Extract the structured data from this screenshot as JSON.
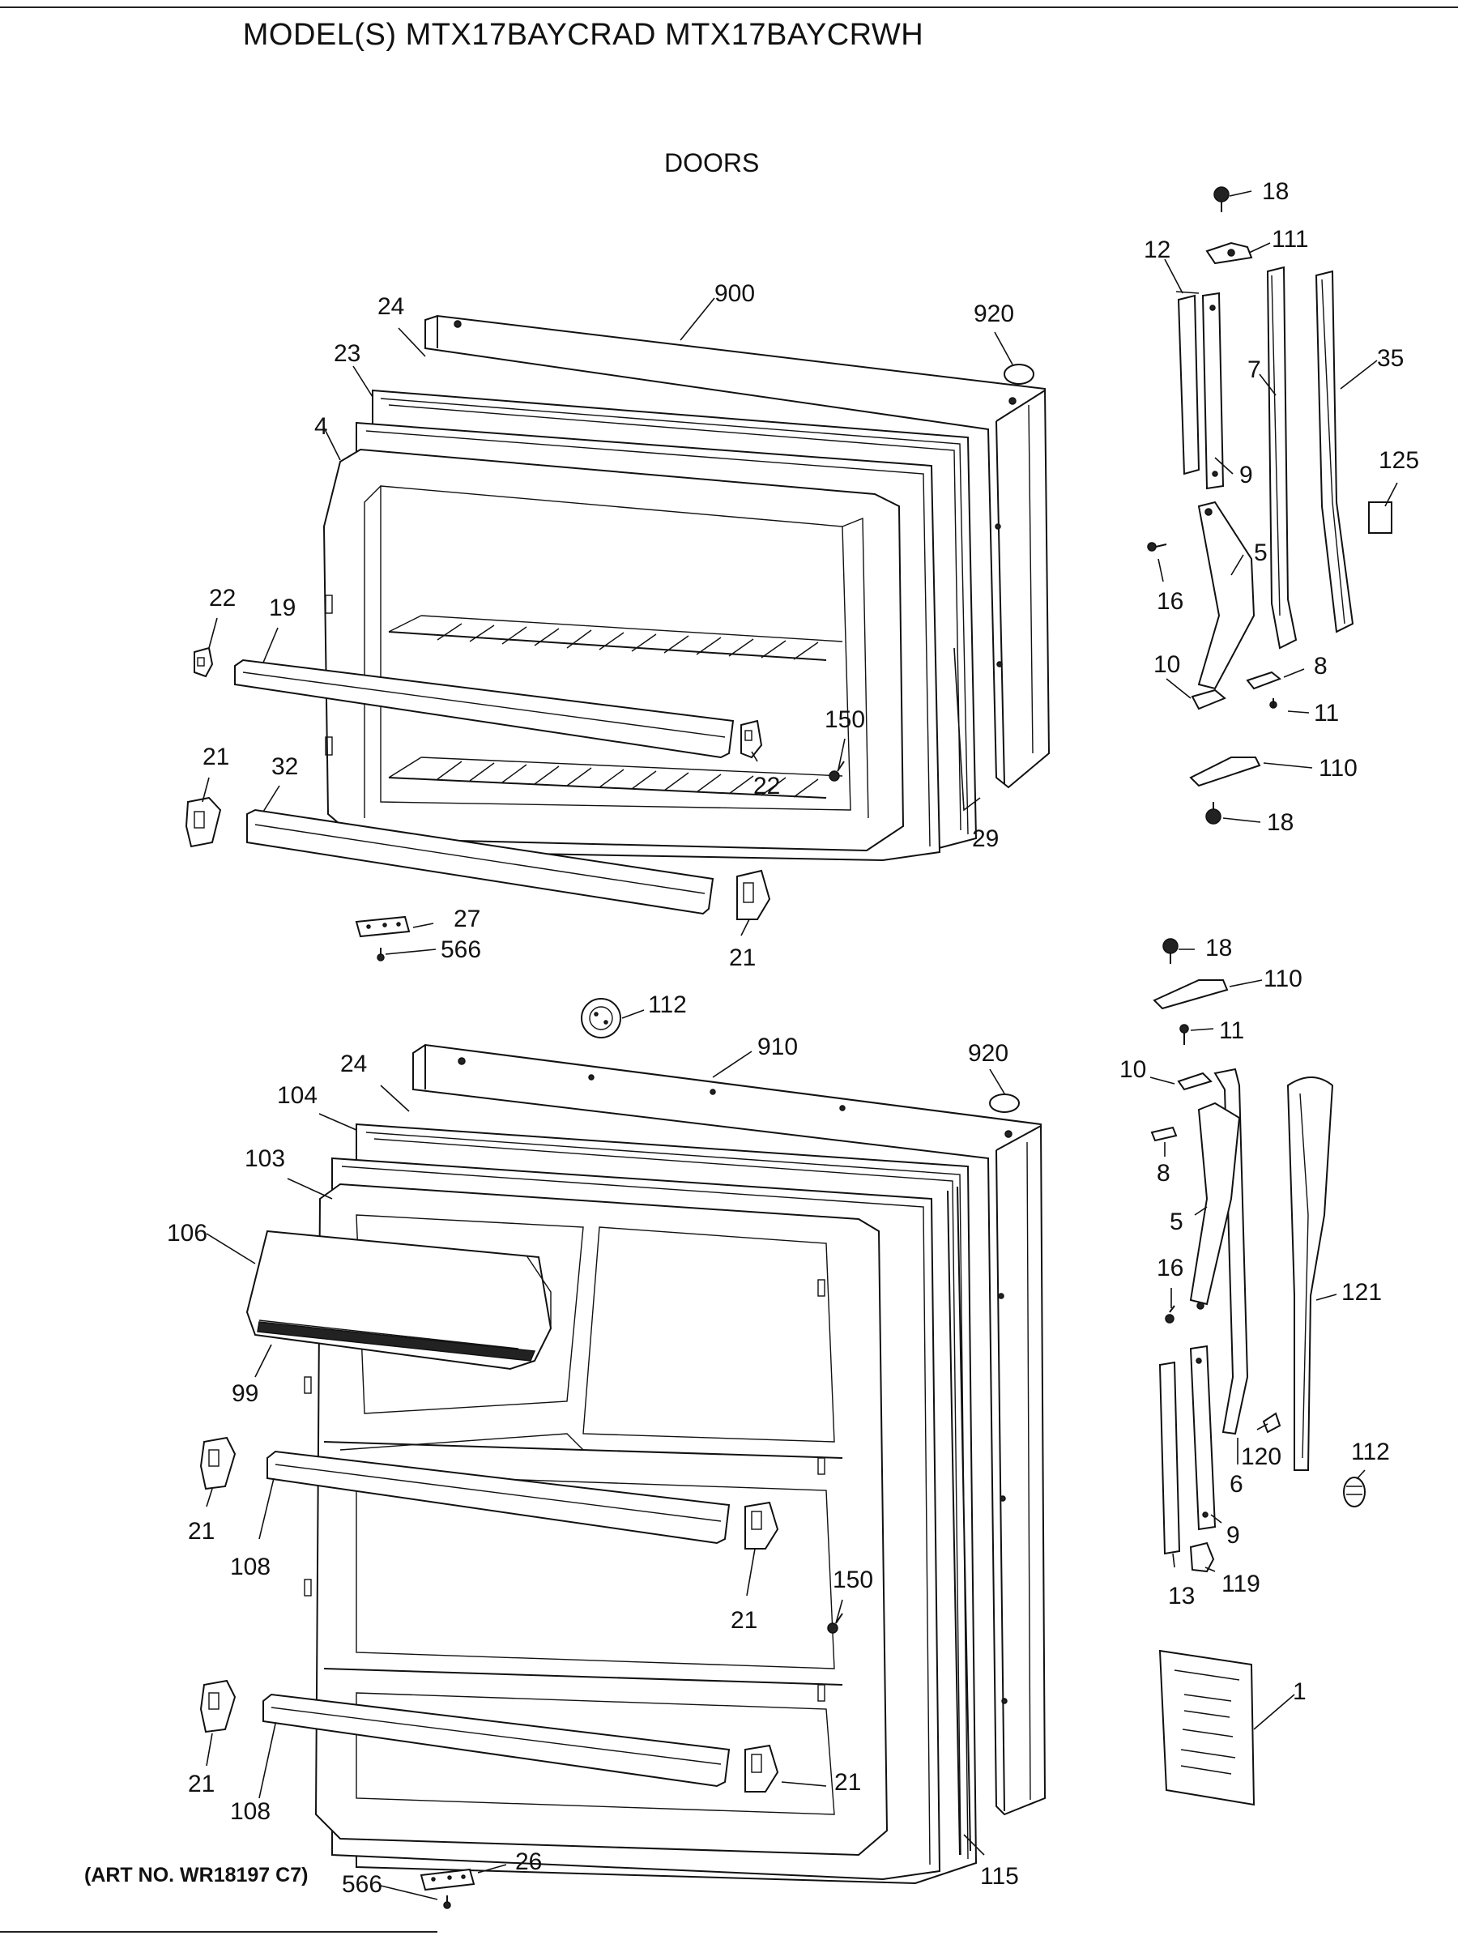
{
  "title": "MODEL(S) MTX17BAYCRAD  MTX17BAYCRWH",
  "section": "DOORS",
  "art_number": "(ART NO. WR18197 C7)",
  "callouts": {
    "c18a": "18",
    "c111": "111",
    "c12": "12",
    "c900": "900",
    "c920a": "920",
    "c24a": "24",
    "c23": "23",
    "c4": "4",
    "c7": "7",
    "c35": "35",
    "c9a": "9",
    "c125": "125",
    "c5a": "5",
    "c16a": "16",
    "c22a": "22",
    "c19": "19",
    "c10a": "10",
    "c8a": "8",
    "c11a": "11",
    "c150a": "150",
    "c21a": "21",
    "c32": "32",
    "c22b": "22",
    "c110a": "110",
    "c29": "29",
    "c18b": "18",
    "c27": "27",
    "c566a": "566",
    "c21b": "21",
    "c18c": "18",
    "c110b": "110",
    "c112a": "112",
    "c910": "910",
    "c11b": "11",
    "c920b": "920",
    "c24b": "24",
    "c10b": "10",
    "c104": "104",
    "c8b": "8",
    "c103": "103",
    "c5b": "5",
    "c106": "106",
    "c16b": "16",
    "c121": "121",
    "c99": "99",
    "c120": "120",
    "c112b": "112",
    "c6": "6",
    "c21c": "21",
    "c108a": "108",
    "c9b": "9",
    "c150b": "150",
    "c21d": "21",
    "c13": "13",
    "c119": "119",
    "c1": "1",
    "c21e": "21",
    "c21f": "21",
    "c108b": "108",
    "c26": "26",
    "c115": "115",
    "c566b": "566"
  }
}
